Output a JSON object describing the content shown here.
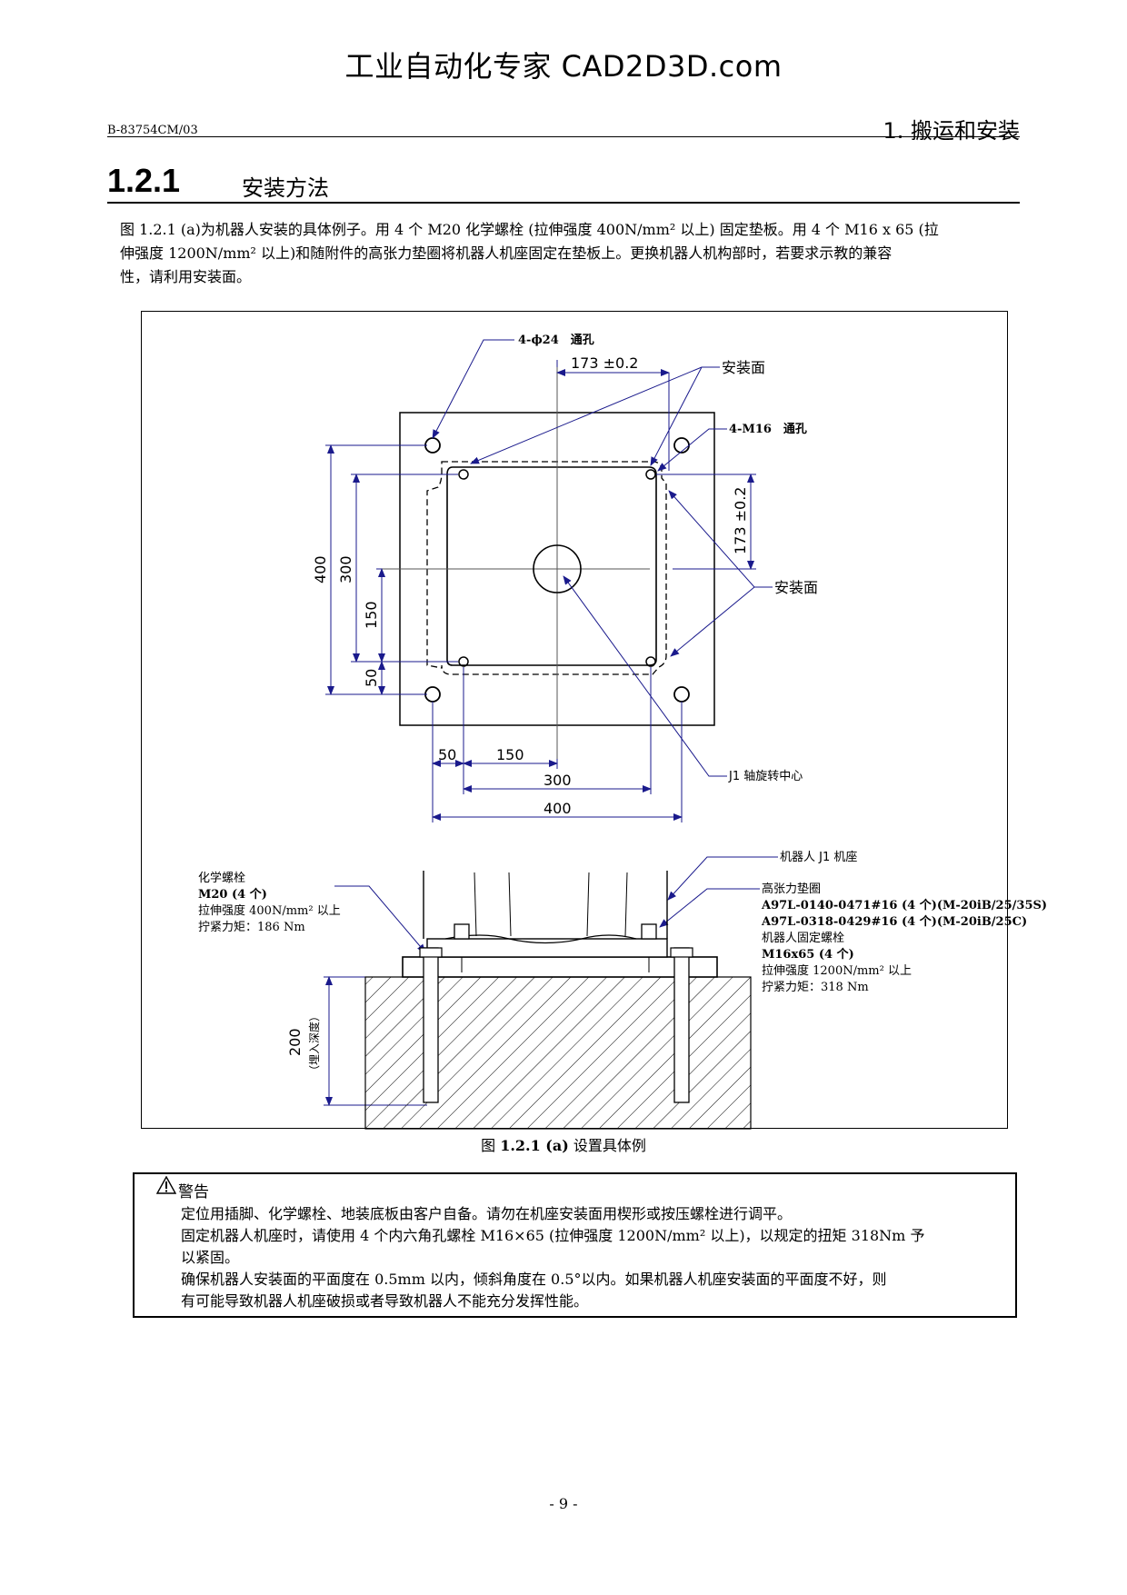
{
  "watermark": "工业自动化专家 CAD2D3D.com",
  "header": {
    "doc_id": "B-83754CM/03",
    "chapter": "1. 搬运和安装"
  },
  "section": {
    "number": "1.2.1",
    "title": "安装方法"
  },
  "intro": {
    "line1": "图 1.2.1 (a)为机器人安装的具体例子。用 4 个 M20 化学螺栓 (拉伸强度 400N/mm² 以上) 固定垫板。用 4 个 M16 x 65 (拉",
    "line2": "伸强度 1200N/mm² 以上)和随附件的高张力垫圈将机器人机座固定在垫板上。更换机器人机构部时，若要求示教的兼容",
    "line3": "性，请利用安装面。"
  },
  "figure": {
    "hole_label": "4-ϕ24　通孔",
    "dim_173_top": "173 ±0.2",
    "mount_face_1": "安装面",
    "m16_label": "4-M16　通孔",
    "dim_173_right": "173 ±0.2",
    "mount_face_2": "安装面",
    "dim_400_v": "400",
    "dim_300_v": "300",
    "dim_150_v": "150",
    "dim_50_v": "50",
    "dim_50_h": "50",
    "dim_150_h": "150",
    "dim_300_h": "300",
    "dim_400_h": "400",
    "j1_center": "J1 轴旋转中心",
    "base_label": "机器人 J1 机座",
    "chem_bolt": {
      "l1": "化学螺栓",
      "l2": "M20 (4 个)",
      "l3": "拉伸强度 400N/mm² 以上",
      "l4": "拧紧力矩：186 Nm"
    },
    "washer": {
      "l1": "高张力垫圈",
      "l2": "A97L-0140-0471#16 (4 个)(M-20iB/25/35S)",
      "l3": "A97L-0318-0429#16 (4 个)(M-20iB/25C)",
      "l4": "机器人固定螺栓",
      "l5": "M16x65 (4 个)",
      "l6": "拉伸强度 1200N/mm² 以上",
      "l7": "拧紧力矩：318 Nm"
    },
    "depth_dim": "200",
    "depth_note": "（埋入深度）"
  },
  "caption": {
    "prefix": "图 ",
    "number": "1.2.1 (a)",
    "text": "  设置具体例"
  },
  "warning": {
    "title": "警告",
    "p1": "定位用插脚、化学螺栓、地装底板由客户自备。请勿在机座安装面用楔形或按压螺栓进行调平。",
    "p2": "固定机器人机座时，请使用 4 个内六角孔螺栓  M16×65 (拉伸强度 1200N/mm² 以上)，以规定的扭矩 318Nm 予",
    "p3": "以紧固。",
    "p4": "确保机器人安装面的平面度在 0.5mm 以内，倾斜角度在 0.5°以内。如果机器人机座安装面的平面度不好，则",
    "p5": "有可能导致机器人机座破损或者导致机器人不能充分发挥性能。"
  },
  "page_number": "- 9 -",
  "colors": {
    "dimension_line": "#1a1a8c",
    "ink": "#000000"
  }
}
